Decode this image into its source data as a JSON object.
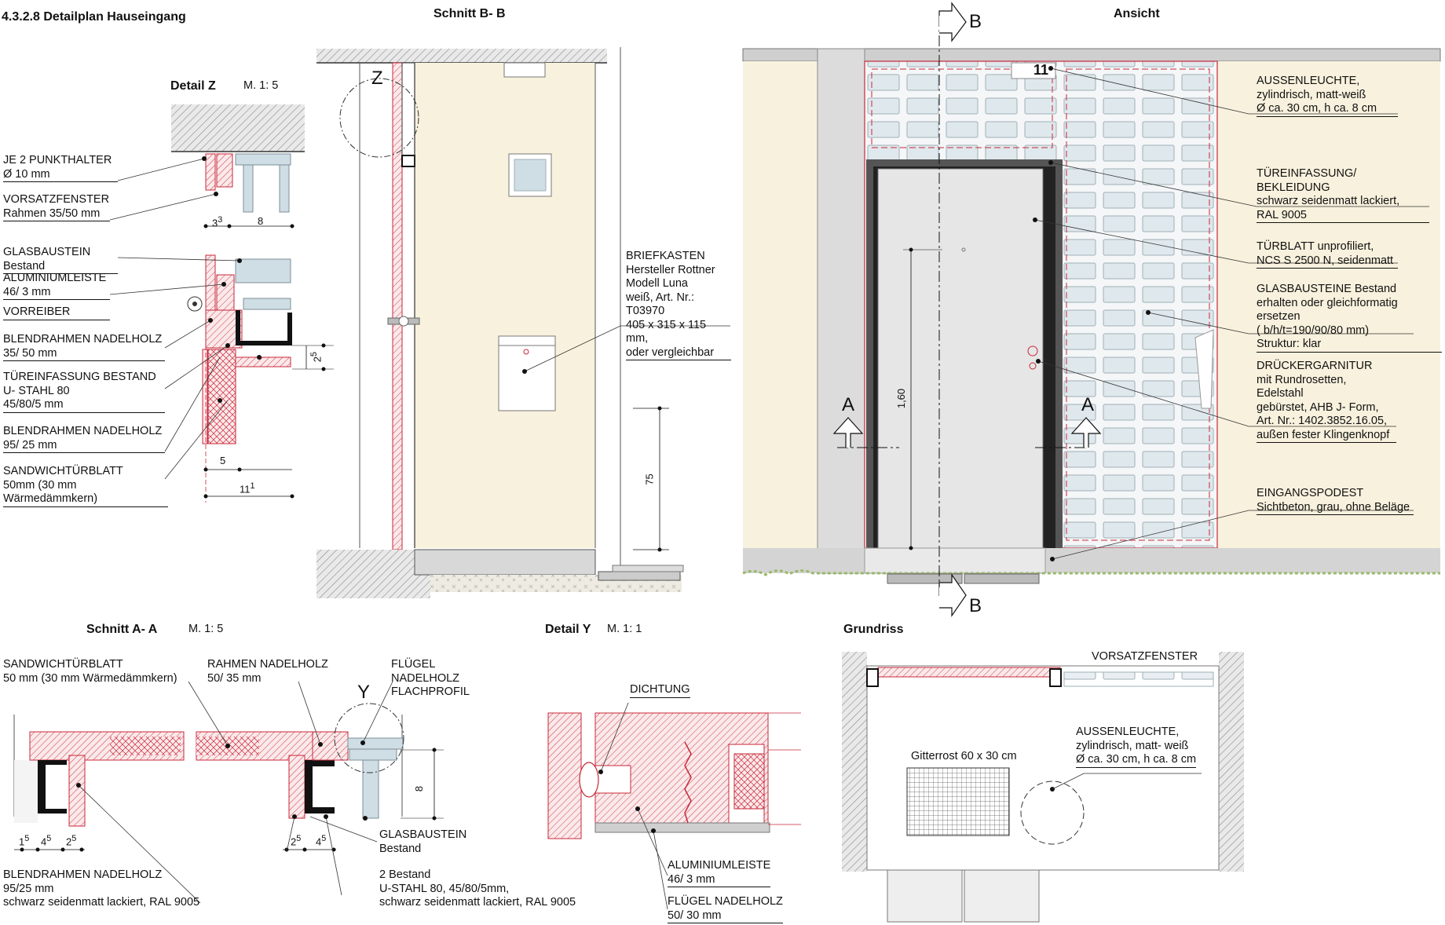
{
  "title": "4.3.2.8 Detailplan Hauseingang",
  "colors": {
    "red": "#c8283a",
    "wall": "#f8f1dd",
    "glass": "#cfdde4",
    "steel": "#111111",
    "grass": "#9bb96a"
  },
  "views": {
    "detail_z": {
      "title": "Detail Z",
      "scale": "M. 1: 5",
      "marker": "Z"
    },
    "schnitt_bb": {
      "title": "Schnitt B- B"
    },
    "ansicht": {
      "title": "Ansicht"
    },
    "schnitt_aa": {
      "title": "Schnitt A- A",
      "scale": "M. 1: 5"
    },
    "detail_y": {
      "title": "Detail Y",
      "scale": "M. 1: 1",
      "marker": "Y"
    },
    "grundriss": {
      "title": "Grundriss"
    }
  },
  "markers": {
    "a": "A",
    "b": "B",
    "light_number": "11"
  },
  "detail_z_labels": [
    "JE 2 PUNKTHALTER\nØ 10 mm",
    "VORSATZFENSTER\nRahmen 35/50 mm",
    "GLASBAUSTEIN Bestand",
    "ALUMINIUMLEISTE\n46/ 3 mm",
    "VORREIBER",
    "BLENDRAHMEN NADELHOLZ\n35/ 50 mm",
    "TÜREINFASSUNG BESTAND\nU- STAHL 80\n45/80/5 mm",
    "BLENDRAHMEN NADELHOLZ\n95/ 25 mm",
    "SANDWICHTÜRBLATT\n50mm (30 mm Wärmedämmkern)"
  ],
  "detail_z_dims": {
    "d1": "3",
    "d1_sup": "3",
    "d2": "8",
    "d3": "2",
    "d3_sup": "5",
    "d4": "5",
    "d5": "11",
    "d5_sup": "1"
  },
  "briefkasten_label": "BRIEFKASTEN\nHersteller Rottner\nModell Luna\nweiß, Art. Nr.: T03970\n405 x 315 x 115 mm,\noder vergleichbar",
  "bb_dim": "75",
  "ansicht_labels": [
    "AUSSENLEUCHTE,\nzylindrisch, matt-weiß\nØ ca. 30 cm, h ca. 8 cm",
    "TÜREINFASSUNG/ BEKLEIDUNG\nschwarz seidenmatt lackiert,\nRAL 9005",
    "TÜRBLATT unprofiliert,\nNCS S 2500 N, seidenmatt",
    "GLASBAUSTEINE Bestand\nerhalten oder gleichformatig ersetzen\n( b/h/t=190/90/80 mm)\nStruktur: klar",
    "DRÜCKERGARNITUR\nmit Rundrosetten, Edelstahl\ngebürstet, AHB J- Form,\nArt. Nr.: 1402.3852.16.05,\naußen fester Klingenknopf",
    "EINGANGSPODEST\nSichtbeton, grau, ohne Beläge"
  ],
  "ansicht_dim": "1,60",
  "schnitt_aa_labels": [
    "SANDWICHTÜRBLATT\n50 mm (30 mm Wärmedämmkern)",
    "RAHMEN NADELHOLZ\n50/ 35 mm",
    "FLÜGEL\nNADELHOLZ\nFLACHPROFIL",
    "GLASBAUSTEIN\nBestand",
    "BLENDRAHMEN NADELHOLZ\n95/25 mm\nschwarz seidenmatt lackiert, RAL 9005",
    "2 Bestand\nU-STAHL 80, 45/80/5mm,\nschwarz seidenmatt lackiert, RAL 9005"
  ],
  "schnitt_aa_dims": {
    "a1": "1",
    "a1_sup": "5",
    "a2": "4",
    "a2_sup": "5",
    "a3": "2",
    "a3_sup": "5",
    "a4": "2",
    "a4_sup": "5",
    "a5": "4",
    "a5_sup": "5",
    "a6": "8"
  },
  "detail_y_labels": [
    "DICHTUNG",
    "ALUMINIUMLEISTE\n46/ 3 mm",
    "FLÜGEL NADELHOLZ\n50/ 30 mm"
  ],
  "grundriss_labels": {
    "vorsatzfenster": "VORSATZFENSTER",
    "gitterrost": "Gitterrost 60 x 30 cm",
    "leuchte": "AUSSENLEUCHTE,\nzylindrisch, matt- weiß\nØ ca. 30 cm, h ca. 8 cm"
  }
}
